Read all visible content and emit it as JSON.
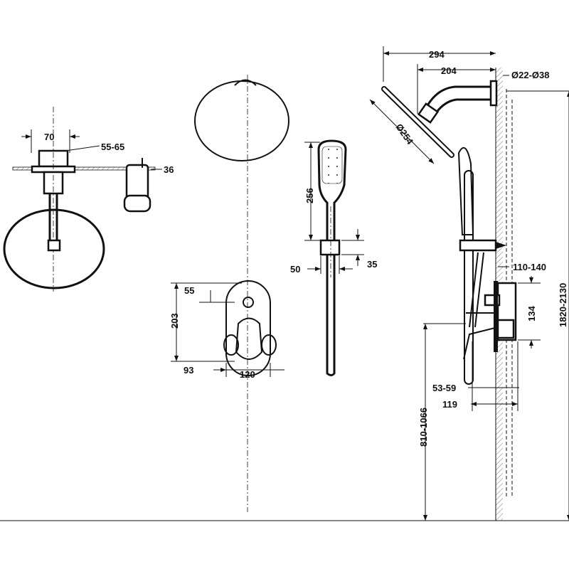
{
  "title": "Shower system installation dimensions",
  "dimensions": {
    "ceiling_flange_width": "70",
    "ceiling_thickness": "55-65",
    "ceiling_head_height": "36",
    "hand_shower_length": "256",
    "holder_width": "50",
    "holder_height": "35",
    "plate_top_offset": "55",
    "plate_height": "203",
    "plate_depth": "93",
    "plate_width": "120",
    "arm_projection": "294",
    "arm_length": "204",
    "pipe_diameter": "Ø22-Ø38",
    "head_diameter": "Ø254",
    "valve_depth": "110-140",
    "valve_height": "134",
    "rail_height": "1820-2130",
    "wall_offset": "53-59",
    "mixer_projection": "119",
    "mixer_height": "810-1066"
  }
}
